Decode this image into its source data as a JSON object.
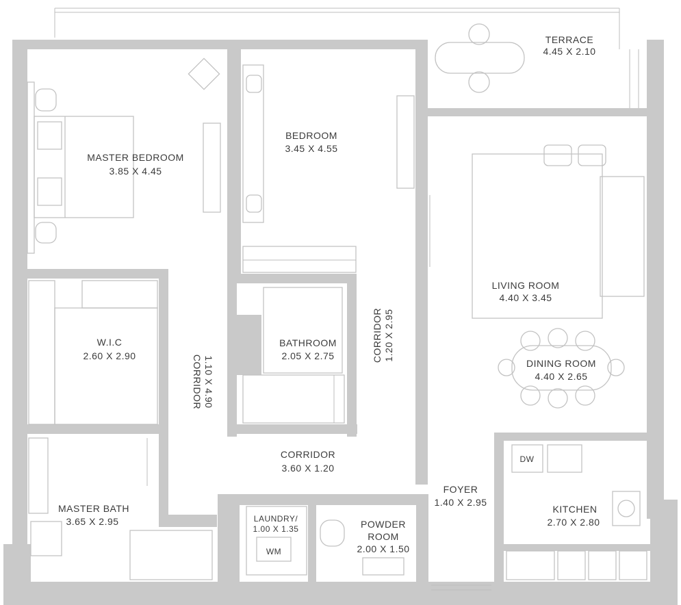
{
  "rooms": {
    "terrace": {
      "name": "TERRACE",
      "dims": "4.45 X 2.10"
    },
    "master_bedroom": {
      "name": "MASTER BEDROOM",
      "dims": "3.85 X 4.45"
    },
    "bedroom": {
      "name": "BEDROOM",
      "dims": "3.45 X 4.55"
    },
    "living_room": {
      "name": "LIVING ROOM",
      "dims": "4.40 X 3.45"
    },
    "wic": {
      "name": "W.I.C",
      "dims": "2.60 X 2.90"
    },
    "bathroom": {
      "name": "BATHROOM",
      "dims": "2.05 X 2.75"
    },
    "corridor_left": {
      "name": "CORRIDOR",
      "dims": "1.10 X 4.90"
    },
    "corridor_right": {
      "name": "CORRIDOR",
      "dims": "1.20 X 2.95"
    },
    "dining_room": {
      "name": "DINING ROOM",
      "dims": "4.40 X 2.65"
    },
    "corridor_bottom": {
      "name": "CORRIDOR",
      "dims": "3.60 X 1.20"
    },
    "foyer": {
      "name": "FOYER",
      "dims": "1.40 X 2.95"
    },
    "master_bath": {
      "name": "MASTER BATH",
      "dims": "3.65 X 2.95"
    },
    "laundry": {
      "name": "LAUNDRY/",
      "dims": "1.00 X 1.35"
    },
    "powder_room": {
      "name": "POWDER",
      "name2": "ROOM",
      "dims": "2.00 X 1.50"
    },
    "kitchen": {
      "name": "KITCHEN",
      "dims": "2.70 X 2.80"
    }
  },
  "appliances": {
    "dishwasher": "DW",
    "washing_machine": "WM"
  }
}
